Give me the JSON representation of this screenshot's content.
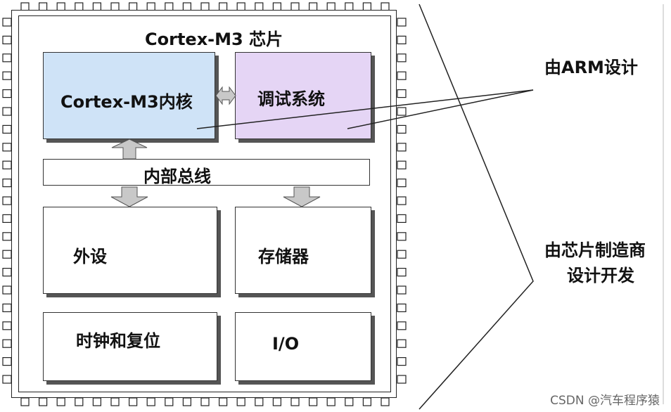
{
  "chip": {
    "title": "Cortex-M3 芯片",
    "core_label": "Cortex-M3内核",
    "debug_label": "调试系统",
    "bus_label": "内部总线",
    "peripheral_label": "外设",
    "memory_label": "存储器",
    "clock_reset_label": "时钟和复位",
    "io_label": "I/O"
  },
  "annotations": {
    "arm_design": "由ARM设计",
    "vendor_design_line1": "由芯片制造商",
    "vendor_design_line2": "设计开发"
  },
  "watermark": "CSDN @汽车程序猿",
  "colors": {
    "core_fill": "#cfe3f7",
    "debug_fill": "#e5d5f5",
    "arrow_fill": "#c8c8c8",
    "stroke": "#222222"
  }
}
